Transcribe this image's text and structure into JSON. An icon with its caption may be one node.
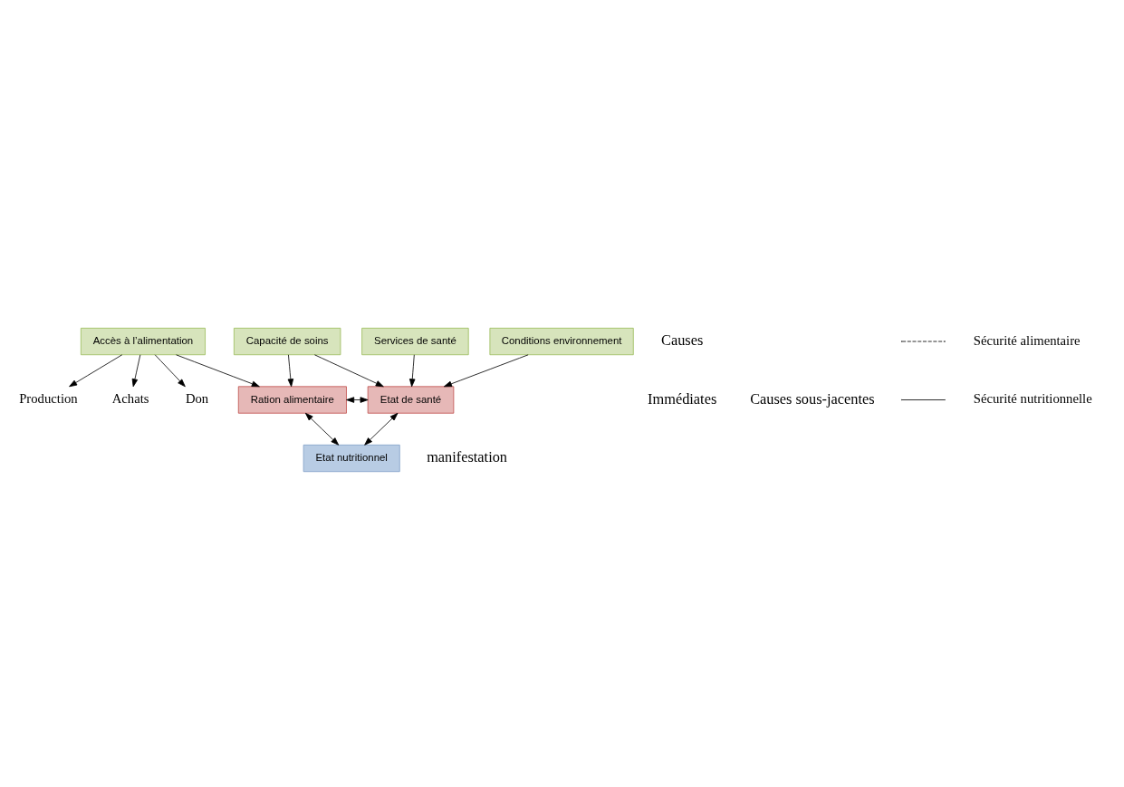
{
  "diagram": {
    "nodes": [
      {
        "text": [
          "Etat nutritionnel"
        ]
      },
      {
        "text": [
          "Ration alimentaire"
        ]
      },
      {
        "text": [
          "Etat de santé"
        ]
      },
      {
        "text": [
          "Accès à l’alimentation"
        ]
      },
      {
        "text": [
          "Capacité de soins"
        ]
      },
      {
        "text": [
          "Services de santé"
        ]
      },
      {
        "text": [
          "Conditions environnement"
        ]
      },
      {
        "text": [
          "Production"
        ]
      },
      {
        "text": [
          "Achats"
        ]
      },
      {
        "text": [
          "Don"
        ]
      }
    ],
    "edges": [
      {
        "from": 1,
        "to": 0,
        "arrow": "both"
      },
      {
        "from": 2,
        "to": 0,
        "arrow": "both"
      },
      {
        "from": 1,
        "to": 2,
        "arrow": "both"
      },
      {
        "from": 3,
        "to": 1,
        "arrow": "to"
      },
      {
        "from": 4,
        "to": 1,
        "arrow": "to"
      },
      {
        "from": 4,
        "to": 2,
        "arrow": "to"
      },
      {
        "from": 5,
        "to": 2,
        "arrow": "to"
      },
      {
        "from": 6,
        "to": 2,
        "arrow": "to"
      },
      {
        "from": 3,
        "to": 7,
        "arrow": "to"
      },
      {
        "from": 3,
        "to": 8,
        "arrow": "to"
      },
      {
        "from": 3,
        "to": 9,
        "arrow": "to"
      }
    ],
    "labels": [
      "manifestation",
      "Causes",
      "Immédiates",
      "Causes sous-jacentes"
    ],
    "legend": [
      {
        "text": "Sécurité alimentaire"
      },
      {
        "text": "Sécurité nutritionnelle"
      }
    ]
  }
}
